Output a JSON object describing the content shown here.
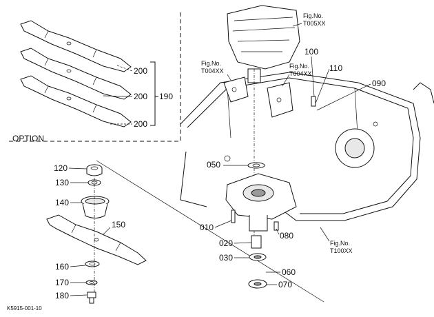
{
  "diagram": {
    "option_label": "OPTION",
    "blade_callouts": [
      "200",
      "200",
      "200"
    ],
    "blade_group": "190",
    "part_labels": {
      "p120": "120",
      "p130": "130",
      "p140": "140",
      "p150": "150",
      "p160": "160",
      "p170": "170",
      "p180": "180",
      "p050": "050",
      "p010": "010",
      "p020": "020",
      "p030": "030",
      "p060": "060",
      "p070": "070",
      "p080": "080",
      "p100": "100",
      "p110": "110",
      "p090": "090"
    },
    "fig_refs": {
      "t005": {
        "line1": "Fig.No.",
        "line2": "T005XX"
      },
      "t004a": {
        "line1": "Fig.No.",
        "line2": "T004XX"
      },
      "t004b": {
        "line1": "Fig.No.",
        "line2": "T004XX"
      },
      "t100": {
        "line1": "Fig.No.",
        "line2": "T100XX"
      }
    },
    "diagram_code": "K5915-001-10"
  }
}
